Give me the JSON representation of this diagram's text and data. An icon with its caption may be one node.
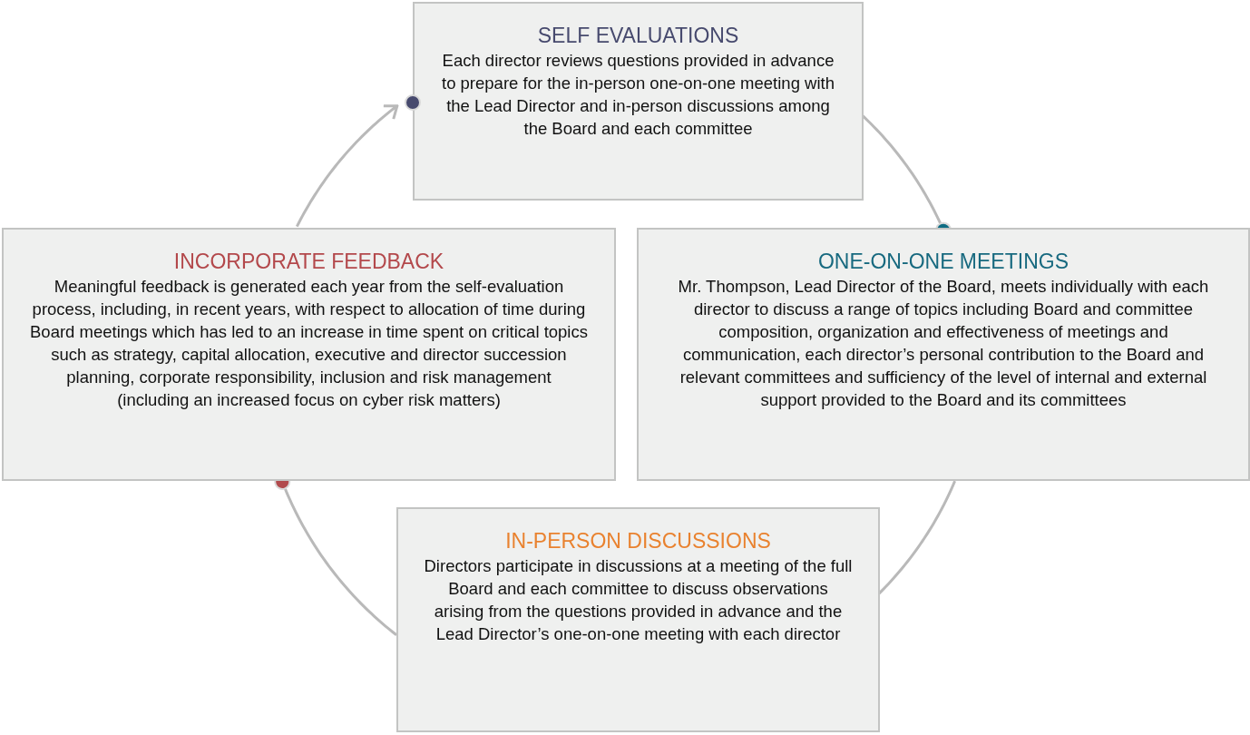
{
  "diagram": {
    "nodes": [
      {
        "text": [
          "SELF EVALUATIONS",
          "Each director reviews questions provided in advance to prepare for the in-person one-on-one meeting with the Lead Director and in-person discussions among the Board and each committee"
        ]
      },
      {
        "text": [
          "ONE-ON-ONE MEETINGS",
          "Mr. Thompson, Lead Director of the Board, meets individually with each director to discuss a range of topics including Board and committee composition, organization and effectiveness of meetings and communication, each director’s personal contribution to the Board and relevant committees and sufficiency of the level of internal and external support provided to the Board and its committees"
        ]
      },
      {
        "text": [
          "IN-PERSON DISCUSSIONS",
          "Directors participate in discussions at a meeting of the full Board and each committee to discuss observations arising from the questions provided in advance and the Lead Director’s one-on-one meeting with each director"
        ]
      },
      {
        "text": [
          "INCORPORATE FEEDBACK",
          "Meaningful feedback is generated each year from the self-evaluation process, including, in recent years, with respect to allocation of time during Board meetings which has led to an increase in time spent on critical topics such as strategy, capital allocation, executive and director succession planning, corporate responsibility, inclusion and risk management (including an increased focus on cyber risk matters)"
        ]
      }
    ],
    "edges": [
      {
        "from": 0,
        "to": 1,
        "arrow": "other"
      },
      {
        "from": 1,
        "to": 2,
        "arrow": "other"
      },
      {
        "from": 2,
        "to": 3,
        "arrow": "other"
      },
      {
        "from": 3,
        "to": 0,
        "arrow": "to"
      }
    ]
  }
}
